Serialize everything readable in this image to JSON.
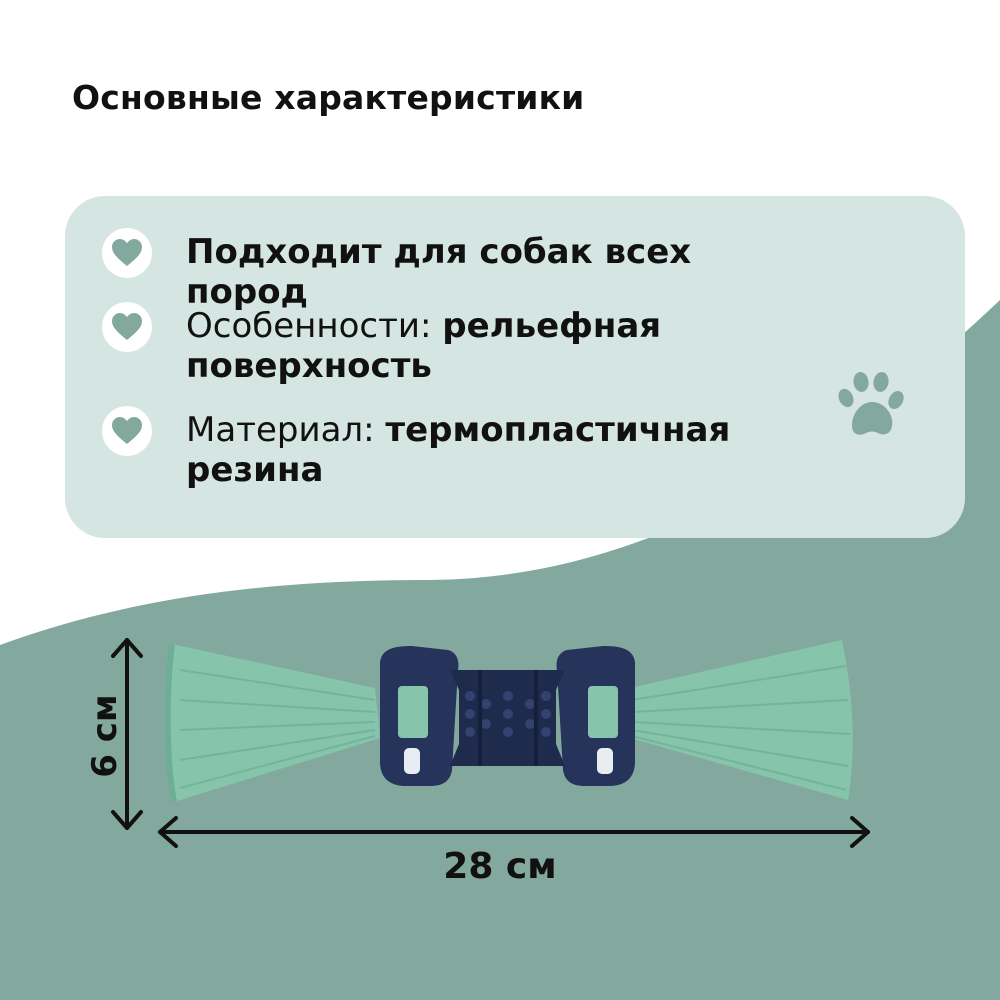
{
  "colors": {
    "background": "#ffffff",
    "sage": "#83a99e",
    "card": "#d5e5e1",
    "heart": "#83a99e",
    "paw": "#83a99e",
    "strap": "#86c4ac",
    "rubber": "#26335a"
  },
  "header": {
    "title": "Основные характеристики"
  },
  "features": [
    {
      "icon": "heart-icon",
      "lead": "",
      "value": "Подходит для собак всех пород"
    },
    {
      "icon": "heart-icon",
      "lead": "Особенности: ",
      "value": "рельефная поверхность"
    },
    {
      "icon": "heart-icon",
      "lead": "Материал: ",
      "value": "термопластичная резина"
    }
  ],
  "decor": {
    "icon": "paw-icon"
  },
  "dimensions": {
    "height": "6 см",
    "width": "28 см"
  }
}
